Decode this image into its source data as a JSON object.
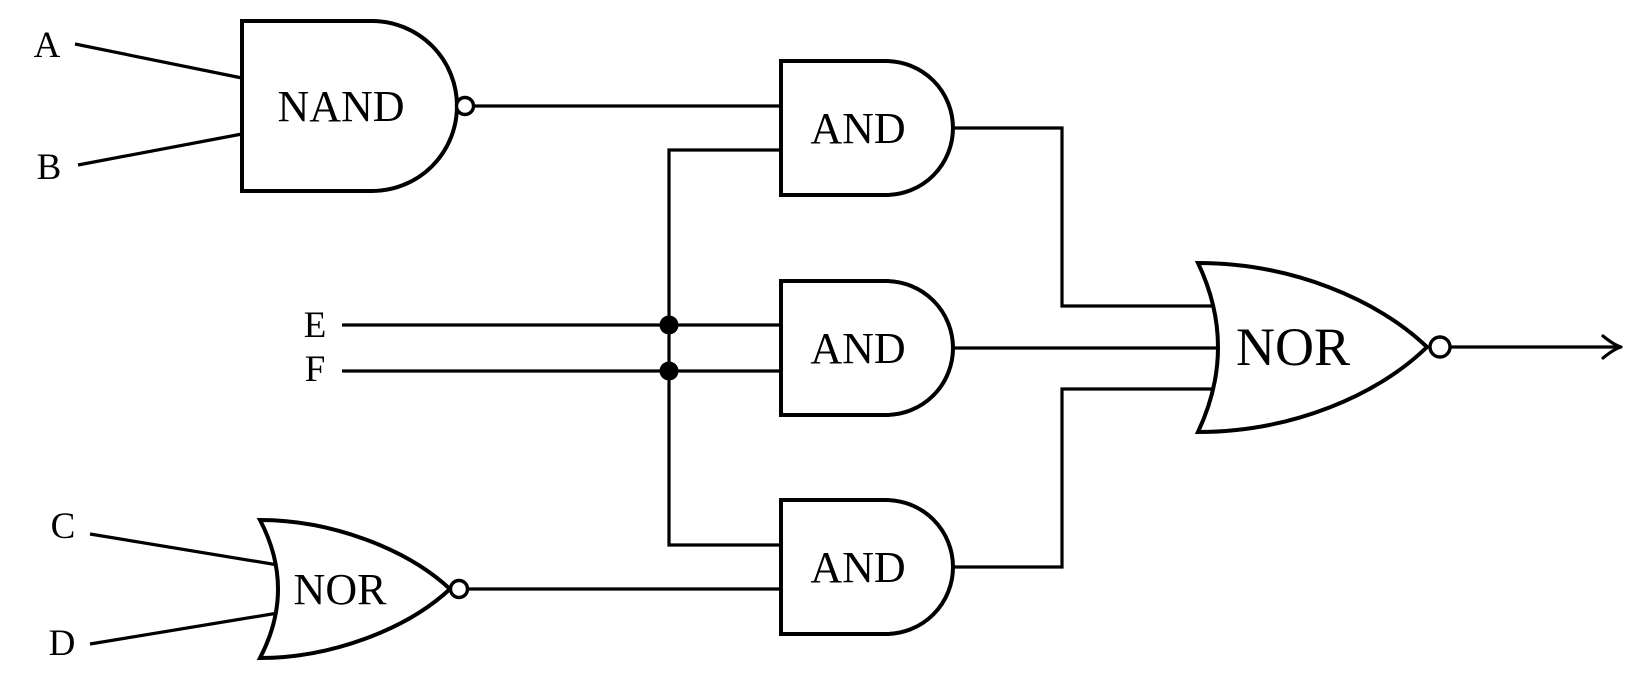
{
  "diagram": {
    "kind": "logic-circuit",
    "colors": {
      "stroke": "#000000",
      "background": "#ffffff"
    },
    "inputs": [
      {
        "id": "A",
        "label": "A"
      },
      {
        "id": "B",
        "label": "B"
      },
      {
        "id": "C",
        "label": "C"
      },
      {
        "id": "D",
        "label": "D"
      },
      {
        "id": "E",
        "label": "E"
      },
      {
        "id": "F",
        "label": "F"
      }
    ],
    "gates": [
      {
        "id": "nand-left",
        "type": "NAND",
        "label": "NAND",
        "inputs": [
          "A",
          "B"
        ],
        "inverted_output": true
      },
      {
        "id": "nor-left",
        "type": "NOR",
        "label": "NOR",
        "inputs": [
          "C",
          "D"
        ],
        "inverted_output": true
      },
      {
        "id": "and-top",
        "type": "AND",
        "label": "AND",
        "inputs": [
          "nand-left.out",
          "E"
        ],
        "inverted_output": false
      },
      {
        "id": "and-middle",
        "type": "AND",
        "label": "AND",
        "inputs": [
          "E",
          "F"
        ],
        "inverted_output": false
      },
      {
        "id": "and-bottom",
        "type": "AND",
        "label": "AND",
        "inputs": [
          "F",
          "nor-left.out"
        ],
        "inverted_output": false
      },
      {
        "id": "nor-output",
        "type": "NOR",
        "label": "NOR",
        "inputs": [
          "and-top.out",
          "and-middle.out",
          "and-bottom.out"
        ],
        "inverted_output": true
      }
    ],
    "junctions": [
      {
        "id": "junction-e",
        "net": "E"
      },
      {
        "id": "junction-f",
        "net": "F"
      }
    ],
    "output": {
      "style": "arrow",
      "source": "nor-output"
    }
  }
}
